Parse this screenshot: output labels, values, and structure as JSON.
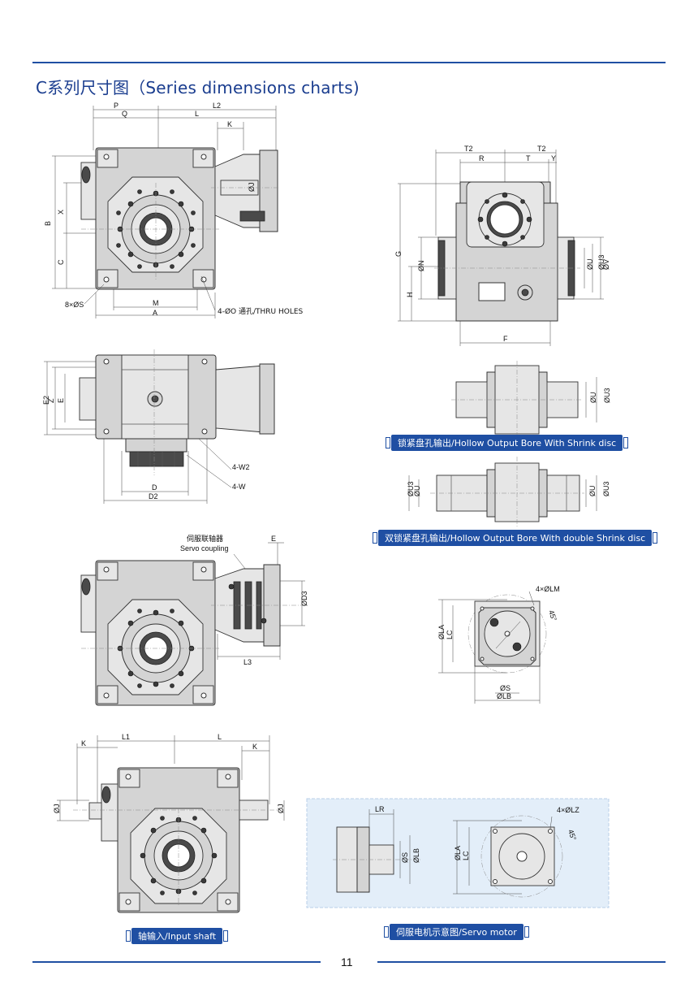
{
  "header": {
    "title": "C系列尺寸图（Series dimensions charts)"
  },
  "dimension_labels": {
    "p": "P",
    "q": "Q",
    "l2": "L2",
    "l": "L",
    "k": "K",
    "b": "B",
    "x": "X",
    "c": "C",
    "phi_j": "ØJ",
    "s8": "8×ØS",
    "m": "M",
    "a": "A",
    "holes": "4-ØO 通孔/THRU HOLES",
    "t2": "T2",
    "r": "R",
    "t": "T",
    "y": "Y",
    "g": "G",
    "phi_n": "ØN",
    "h": "H",
    "f": "F",
    "phi_u": "ØU",
    "phi_u3": "ØU3",
    "phi_v": "ØV",
    "e2": "E2",
    "z": "Z",
    "e": "E",
    "w2": "4-W2",
    "w": "4-W",
    "d": "D",
    "d2": "D2",
    "servo_coupling_cn": "伺服联轴器",
    "servo_coupling_en": "Servo coupling",
    "phi_d3": "ØD3",
    "l3": "L3",
    "lm": "4×ØLM",
    "deg45": "45°",
    "phi_la": "ØLA",
    "lc": "LC",
    "phi_s": "ØS",
    "phi_lb": "ØLB",
    "l1": "L1",
    "lr": "LR",
    "lz": "4×ØLZ"
  },
  "captions": {
    "shrink_disc": "锁紧盘孔输出/Hollow Output Bore With Shrink disc",
    "double_shrink_disc": "双锁紧盘孔输出/Hollow Output Bore With double Shrink disc",
    "input_shaft": "轴输入/Input shaft",
    "servo_motor": "伺服电机示意图/Servo motor"
  },
  "footer": {
    "page_number": "11"
  }
}
